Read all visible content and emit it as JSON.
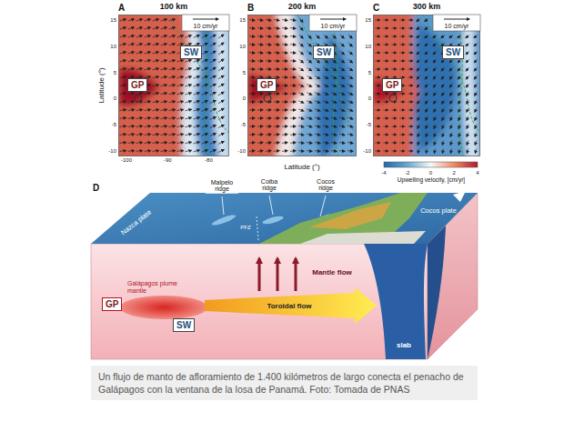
{
  "diagram": {
    "caption": "Un flujo de manto de afloramiento de 1.400 kilómetros de largo conecta el penacho de Galápagos con la ventana de la losa de Panamá. Foto: Tomada de PNAS",
    "nodes": [
      {
        "text": [
          "SW"
        ]
      },
      {
        "text": [
          "GP"
        ]
      },
      {
        "text": [
          "SW"
        ]
      },
      {
        "text": [
          "GP"
        ]
      },
      {
        "text": [
          "SW"
        ]
      },
      {
        "text": [
          "GP"
        ]
      },
      {
        "text": [
          "GP"
        ]
      },
      {
        "text": [
          "SW"
        ]
      }
    ],
    "labels": [
      "A",
      "100 km",
      "10 cm/yr",
      "B",
      "200 km",
      "10 cm/yr",
      "C",
      "300 km",
      "10 cm/yr",
      "Latitude (°)",
      "15",
      "10",
      "5",
      "0",
      "-5",
      "-10",
      "15",
      "10",
      "5",
      "0",
      "-5",
      "-10",
      "15",
      "10",
      "5",
      "0",
      "-5",
      "-10",
      "-100",
      "-90",
      "-80",
      "Latitude (°)",
      "-4",
      "-2",
      "0",
      "2",
      "4",
      "Upwelling velocity, [cm/yr]",
      "D",
      "Malpelo ridge",
      "Coiba ridge",
      "Cocos ridge",
      "PFZ",
      "Nazca plate",
      "Cocos plate",
      "Mantle flow",
      "Galápagos plume mantle",
      "Toroidal flow",
      "slab"
    ]
  }
}
